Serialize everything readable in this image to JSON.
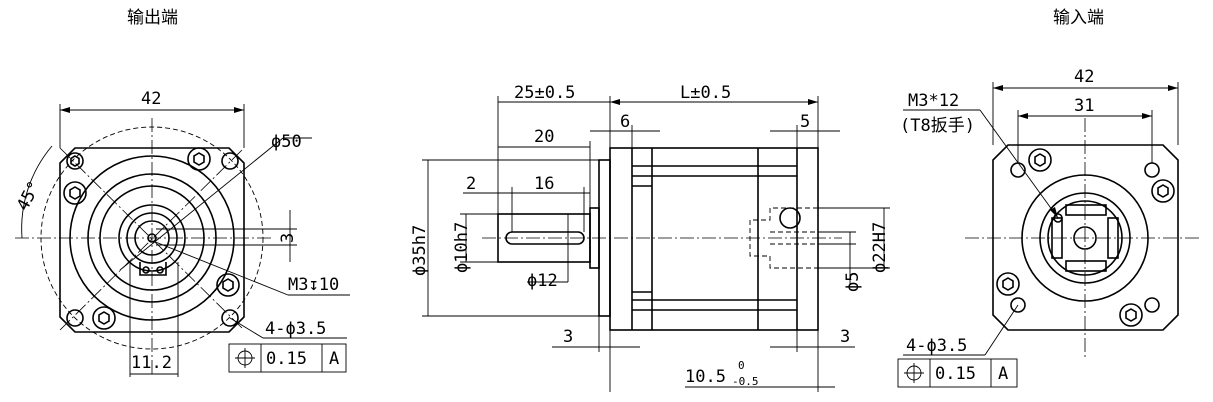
{
  "views": {
    "output_title": "输出端",
    "input_title": "输入端"
  },
  "output_view": {
    "width_dim": "42",
    "angle_dim": "45°",
    "circle_dim": "ϕ50",
    "key_dim": "3",
    "thread_dim": "M3↧10",
    "offset_dim": "11.2",
    "holes_dim": "4-ϕ3.5",
    "tol_value": "0.15",
    "tol_datum": "A"
  },
  "side_view": {
    "shaft_len": "25±0.5",
    "body_len": "L±0.5",
    "shaft_20": "20",
    "dim_6": "6",
    "dim_5": "5",
    "dim_2": "2",
    "dim_16": "16",
    "pilot_dia": "ϕ35h7",
    "shaft_dia": "ϕ10h7",
    "key_dia": "ϕ12",
    "in_bore": "ϕ22H7",
    "in_shaft": "ϕ5",
    "dim_3a": "3",
    "dim_3b": "3",
    "depth_base": "10.5",
    "depth_up": "0",
    "depth_low": "-0.5"
  },
  "input_view": {
    "width_dim": "42",
    "pcd_dim": "31",
    "screw_label": "M3*12",
    "wrench_label": "(T8扳手)",
    "holes_dim": "4-ϕ3.5",
    "tol_value": "0.15",
    "tol_datum": "A"
  }
}
